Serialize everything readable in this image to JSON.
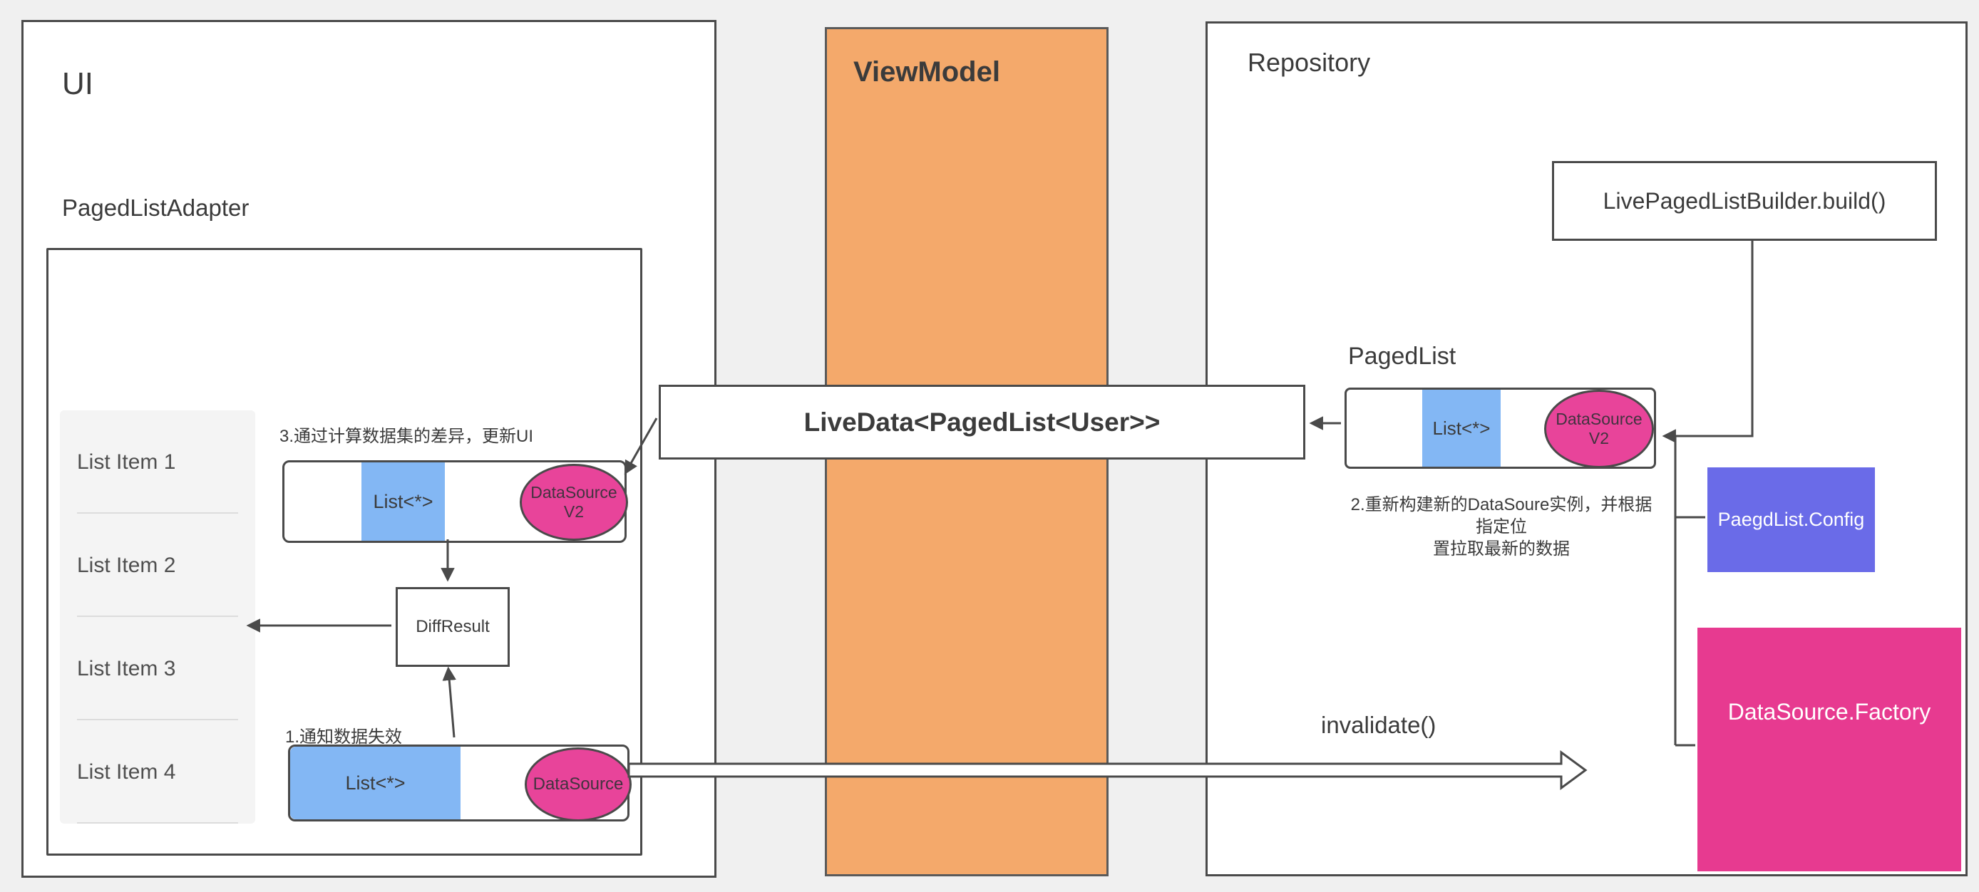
{
  "colors": {
    "background": "#f0f0f0",
    "line": "#4a4a4a",
    "orange": "#f4a96b",
    "blue": "#83b7f4",
    "pink": "#e8449a",
    "deep_pink": "#e73a90",
    "purple": "#6a6be8"
  },
  "ui_section": {
    "title": "UI",
    "adapter_label": "PagedListAdapter",
    "list_items": [
      "List Item 1",
      "List Item 2",
      "List Item 3",
      "List Item 4"
    ],
    "annotation_diff": "3.通过计算数据集的差异，更新UI",
    "annotation_invalidate": "1.通知数据失效",
    "diff_result_label": "DiffResult",
    "upper_record": {
      "list_label": "List<*>",
      "datasource_line1": "DataSource",
      "datasource_line2": "V2"
    },
    "lower_record": {
      "list_label": "List<*>",
      "datasource_label": "DataSource"
    }
  },
  "viewmodel_section": {
    "title": "ViewModel"
  },
  "livedata_label": "LiveData<PagedList<User>>",
  "invalidate_label": "invalidate()",
  "repository_section": {
    "title": "Repository",
    "builder_label": "LivePagedListBuilder.build()",
    "pagedlist_caption": "PagedList",
    "record": {
      "list_label": "List<*>",
      "datasource_line1": "DataSource",
      "datasource_line2": "V2"
    },
    "annotation_rebuild_line1": "2.重新构建新的DataSoure实例，并根据指定位",
    "annotation_rebuild_line2": "置拉取最新的数据",
    "config_label": "PaegdList.Config",
    "factory_label": "DataSource.Factory"
  }
}
